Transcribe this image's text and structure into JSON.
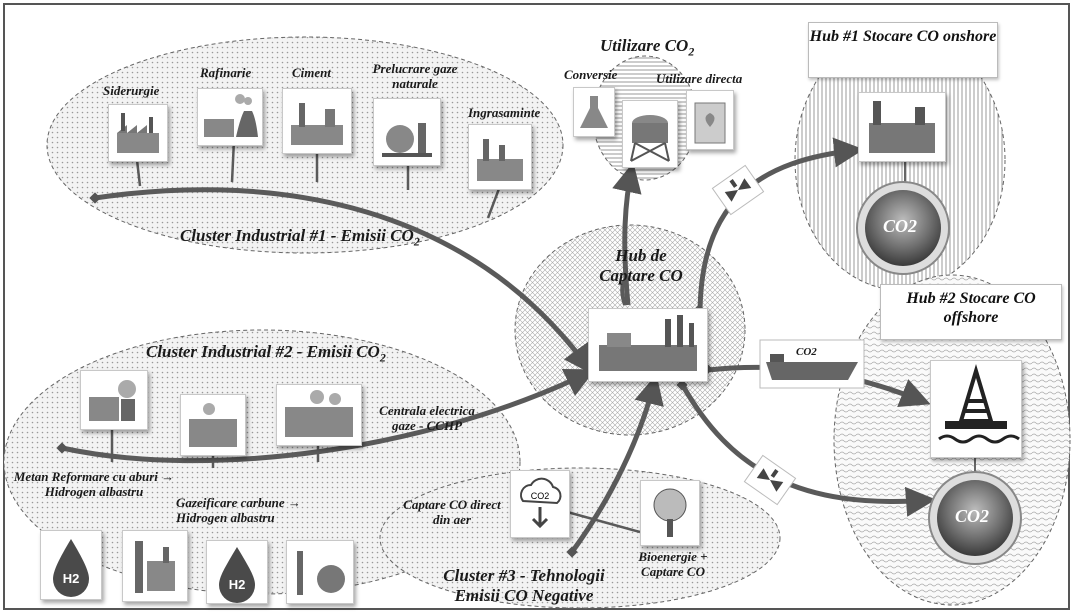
{
  "cluster1": {
    "title": "Cluster Industrial #1 - Emisii CO",
    "sources": [
      "Siderurgie",
      "Rafinarie",
      "Ciment",
      "Prelucrare gaze naturale",
      "Ingrasaminte"
    ]
  },
  "cluster2": {
    "title": "Cluster Industrial #2 - Emisii CO",
    "ccgt": "Centrala electrica gaze - CCHP",
    "metan": "Metan Reformare cu aburi → Hidrogen albastru",
    "gazeificare": "Gazeificare carbune → Hidrogen albastru",
    "h2": "H2"
  },
  "cluster3": {
    "title": "Cluster #3 - Tehnologii Emisii CO Negative",
    "dac": "Captare CO direct din aer",
    "beccs": "Bioenergie + Captare CO"
  },
  "utilizare": {
    "title": "Utilizare CO",
    "conversie": "Conversie",
    "directa": "Utilizare directa"
  },
  "hub_captare": "Hub de Captare CO",
  "hub1": "Hub #1 Stocare CO onshore",
  "hub2": "Hub #2 Stocare CO offshore",
  "co2_label": "CO2",
  "colors": {
    "arrow": "#5a5a5a",
    "hatch": "#9a9a9a",
    "ellipse_fill": "#eeeeee"
  }
}
